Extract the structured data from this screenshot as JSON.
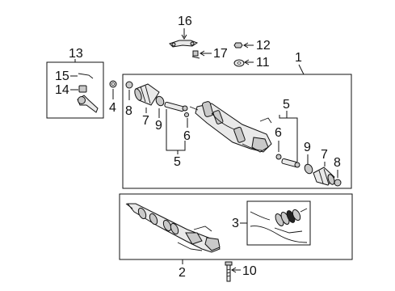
{
  "diagram": {
    "callouts": {
      "c1": "1",
      "c2": "2",
      "c3": "3",
      "c4": "4",
      "c5a": "5",
      "c5b": "5",
      "c6a": "6",
      "c6b": "6",
      "c7a": "7",
      "c7b": "7",
      "c8a": "8",
      "c8b": "8",
      "c9a": "9",
      "c9b": "9",
      "c10": "10",
      "c11": "11",
      "c12": "12",
      "c13": "13",
      "c14": "14",
      "c15": "15",
      "c16": "16",
      "c17": "17"
    }
  }
}
